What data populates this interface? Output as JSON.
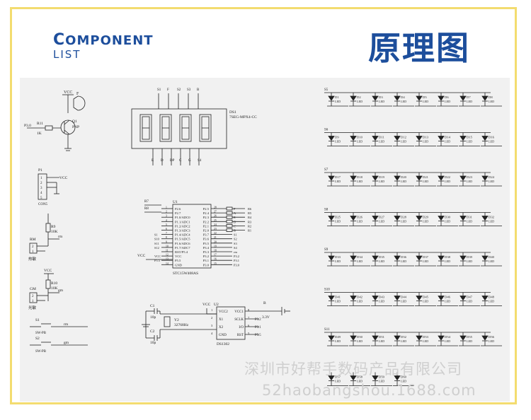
{
  "header": {
    "title_en_first": "C",
    "title_en_rest": "OMPONENT",
    "title_en_line2": "LIST",
    "title_zh": "原理图"
  },
  "watermark": {
    "company": "深圳市好帮手数码产品有限公司",
    "url": "52haobangshou.1688.com"
  },
  "schematic": {
    "transistor": {
      "vcc": "VCC",
      "speaker": "F",
      "name": "Q1",
      "type": "PNP",
      "resistor": "R11",
      "resistor_value": "1K",
      "input": "P3.0"
    },
    "connector": {
      "name": "P1",
      "vcc": "VCC",
      "part": "CON5",
      "pins": [
        "1",
        "2",
        "3",
        "4",
        "5"
      ]
    },
    "sensor_rm": {
      "resistor": "R9",
      "value": "10K",
      "net": "rm",
      "name": "RM",
      "label": "热敏",
      "pins": [
        "2",
        "1"
      ]
    },
    "sensor_gm": {
      "vcc": "VCC",
      "resistor": "R10",
      "value": "10K",
      "net": "gm",
      "name": "GM",
      "label": "光敏",
      "pins": [
        "2",
        "1"
      ]
    },
    "switches": [
      {
        "name": "S1",
        "part": "SW-PB",
        "net": "rm"
      },
      {
        "name": "S2",
        "part": "SW-PB",
        "net": "gm"
      }
    ],
    "display": {
      "name": "DS1",
      "part": "7SEG-MPX4-CC",
      "top_pins": [
        "S1",
        "F",
        "S2",
        "S3",
        "B"
      ],
      "bottom_pins": [
        "E",
        "D",
        "DP",
        "C",
        "G",
        "S4"
      ]
    },
    "mcu": {
      "name": "U1",
      "part": "STC15W408AS",
      "resistor_r7": "R7",
      "resistor_r8": "R8",
      "pins_left": [
        "P2.6",
        "P2.7",
        "P1.0/ADC0",
        "P1.1/ADC1",
        "P1.2/ADC2",
        "P1.3/ADC3",
        "P1.4/ADC4",
        "P1.5/ADC5",
        "P1.6/ADC6",
        "P1.7/ADC7",
        "RST/P5.4",
        "VCC",
        "P5.5",
        "GND"
      ],
      "pins_right": [
        "P2.5",
        "P2.4",
        "P2.3",
        "P2.2",
        "P2.1",
        "P2.0",
        "P3.7",
        "P3.6",
        "P3.5",
        "P3.4",
        "P3.3",
        "P3.2",
        "P3.1",
        "P3.0"
      ],
      "left_nums": [
        "1",
        "2",
        "3",
        "4",
        "5",
        "6",
        "7",
        "8",
        "9",
        "10",
        "11",
        "12",
        "13",
        "14"
      ],
      "right_nums": [
        "28",
        "27",
        "26",
        "25",
        "24",
        "23",
        "22",
        "21",
        "20",
        "19",
        "18",
        "17",
        "16",
        "15"
      ],
      "left_nets": [
        "",
        "",
        "",
        "",
        "",
        "",
        "S1",
        "S10",
        "S11",
        "S12",
        "",
        "VCC",
        "P5.5",
        ""
      ],
      "right_nets": [
        "F",
        "A",
        "E",
        "D",
        "C",
        "B",
        "S1",
        "S2",
        "S3",
        "S4",
        "rm",
        "P3.2",
        "P3.1",
        "P3.0"
      ],
      "resistor_net_labels": [
        "R6",
        "R5",
        "R4",
        "R3",
        "R2",
        "R1"
      ],
      "vcc": "VCC"
    },
    "rtc": {
      "name": "U2",
      "part": "DS1302",
      "c1": "C1",
      "c1_value": "10p",
      "c2": "C2",
      "c2_value": "10p",
      "crystal": "Y2",
      "crystal_value": "32768Hz",
      "battery": "B",
      "battery_value": "3.3V",
      "vcc": "VCC",
      "pins_left": [
        "VCC2",
        "X1",
        "X2",
        "GND"
      ],
      "pins_right": [
        "VCC1",
        "SCLK",
        "I/O",
        "RST"
      ],
      "left_nums": [
        "1",
        "2",
        "3",
        "4"
      ],
      "right_nums": [
        "8",
        "7",
        "6",
        "5"
      ],
      "nets_right": [
        "",
        "P3.2",
        "P3.1",
        "P5.5"
      ]
    },
    "led_matrix": {
      "rows": [
        {
          "select": "S5",
          "leds": [
            "D1",
            "D2",
            "D3",
            "D4",
            "D5",
            "D6",
            "D7",
            "D8"
          ]
        },
        {
          "select": "S6",
          "leds": [
            "D9",
            "D10",
            "D11",
            "D12",
            "D13",
            "D14",
            "D15",
            "D16"
          ]
        },
        {
          "select": "S7",
          "leds": [
            "D17",
            "D18",
            "D19",
            "D20",
            "D21",
            "D22",
            "D23",
            "D24"
          ]
        },
        {
          "select": "S8",
          "leds": [
            "D25",
            "D26",
            "D27",
            "D28",
            "D29",
            "D30",
            "D31",
            "D32"
          ]
        },
        {
          "select": "S9",
          "leds": [
            "D33",
            "D34",
            "D35",
            "D36",
            "D37",
            "D38",
            "D39",
            "D40"
          ]
        },
        {
          "select": "S10",
          "leds": [
            "D41",
            "D42",
            "D43",
            "D44",
            "D45",
            "D46",
            "D47",
            "D48"
          ]
        },
        {
          "select": "S11",
          "leds": [
            "D49",
            "D50",
            "D51",
            "D52",
            "D53",
            "D54",
            "D55",
            "D56"
          ]
        },
        {
          "select": "",
          "leds": [
            "D57",
            "D58",
            "D59",
            "D60"
          ]
        }
      ],
      "led_label": "LED"
    }
  }
}
